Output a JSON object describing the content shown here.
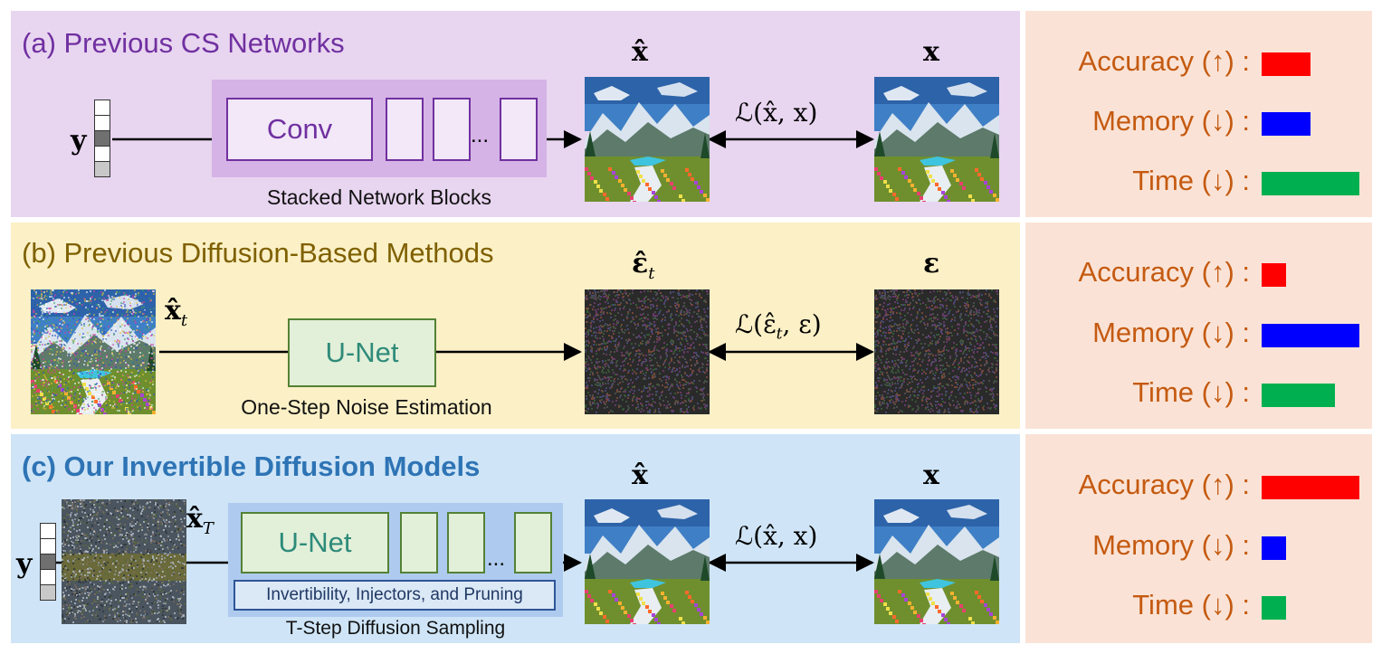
{
  "panels": {
    "a": {
      "title": "(a) Previous CS Networks",
      "input_label": "y",
      "block_label": "Conv",
      "ellipsis": "...",
      "caption": "Stacked Network Blocks",
      "output_label": "x̂",
      "target_label": "x",
      "loss": "ℒ(x̂, x)"
    },
    "b": {
      "title": "(b) Previous Diffusion-Based Methods",
      "input_label": "x̂",
      "input_sub": "t",
      "block_label": "U-Net",
      "caption": "One-Step Noise Estimation",
      "output_label": "ε̂",
      "output_sub": "t",
      "target_label": "ε",
      "loss": "ℒ(ε̂",
      "loss_sub": "t",
      "loss_tail": ", ε)"
    },
    "c": {
      "title": "(c) Our Invertible Diffusion Models",
      "input_label": "y",
      "mid_label": "x̂",
      "mid_sub": "T",
      "block_label": "U-Net",
      "ellipsis": "...",
      "inner_label": "Invertibility, Injectors, and Pruning",
      "caption": "T-Step Diffusion Sampling",
      "output_label": "x̂",
      "target_label": "x",
      "loss": "ℒ(x̂, x)"
    }
  },
  "metrics": [
    {
      "accuracy": {
        "label": "Accuracy (↑) :",
        "level": 0.5
      },
      "memory": {
        "label": "Memory (↓) :",
        "level": 0.5
      },
      "time": {
        "label": "Time (↓) :",
        "level": 1.0
      }
    },
    {
      "accuracy": {
        "label": "Accuracy (↑) :",
        "level": 0.25
      },
      "memory": {
        "label": "Memory (↓) :",
        "level": 1.0
      },
      "time": {
        "label": "Time (↓) :",
        "level": 0.75
      }
    },
    {
      "accuracy": {
        "label": "Accuracy (↑) :",
        "level": 1.0
      },
      "memory": {
        "label": "Memory (↓) :",
        "level": 0.25
      },
      "time": {
        "label": "Time (↓) :",
        "level": 0.25
      }
    }
  ],
  "colors": {
    "panel_a_bg": "#e8d5f0",
    "panel_b_bg": "#fbf0c6",
    "panel_c_bg": "#cfe5f7",
    "metric_bg": "#fae3d6",
    "title_a": "#7030a0",
    "title_b": "#7f6000",
    "title_c": "#2e74b5",
    "metric_text": "#c55a11",
    "accuracy_bar": "#ff0000",
    "memory_bar": "#0000ff",
    "time_bar": "#00b050"
  }
}
